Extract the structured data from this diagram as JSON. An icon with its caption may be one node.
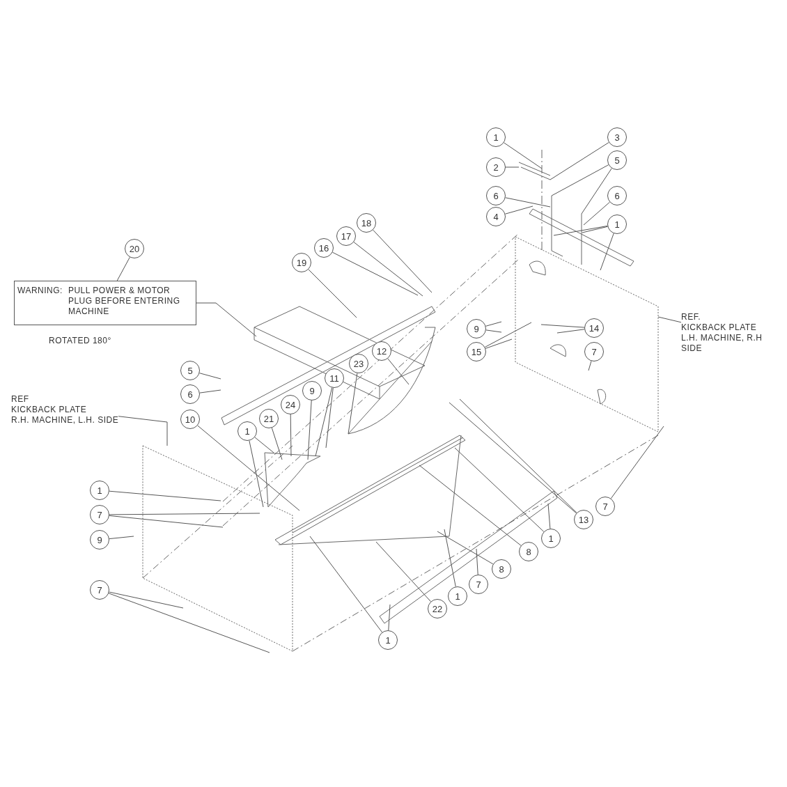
{
  "diagram": {
    "nodes": [
      {
        "text": [
          "1"
        ]
      },
      {
        "text": [
          "3"
        ]
      },
      {
        "text": [
          "2"
        ]
      },
      {
        "text": [
          "5"
        ]
      },
      {
        "text": [
          "6"
        ]
      },
      {
        "text": [
          "6"
        ]
      },
      {
        "text": [
          "4"
        ]
      },
      {
        "text": [
          "1"
        ]
      },
      {
        "text": [
          "18"
        ]
      },
      {
        "text": [
          "17"
        ]
      },
      {
        "text": [
          "20"
        ]
      },
      {
        "text": [
          "16"
        ]
      },
      {
        "text": [
          "19"
        ]
      },
      {
        "text": [
          "WARNING:",
          "PULL POWER & MOTOR PLUG BEFORE ENTERING MACHINE"
        ],
        "beside": [
          "ROTATED 180°"
        ]
      },
      {
        "text": [
          "12"
        ]
      },
      {
        "text": [
          "9"
        ]
      },
      {
        "text": [
          "14"
        ]
      },
      {
        "text": [
          "15"
        ]
      },
      {
        "text": [
          "7"
        ]
      },
      {
        "text": [
          "REF.",
          "KICKBACK PLATE",
          "L.H. MACHINE, R.H SIDE"
        ]
      },
      {
        "text": [
          "23"
        ]
      },
      {
        "text": [
          "5"
        ]
      },
      {
        "text": [
          "11"
        ]
      },
      {
        "text": [
          "9"
        ]
      },
      {
        "text": [
          "6"
        ]
      },
      {
        "text": [
          "24"
        ]
      },
      {
        "text": [
          "REF",
          "KICKBACK PLATE",
          "R.H. MACHINE, L.H. SIDE"
        ]
      },
      {
        "text": [
          "21"
        ]
      },
      {
        "text": [
          "10"
        ]
      },
      {
        "text": [
          "1"
        ]
      },
      {
        "text": [
          "1"
        ]
      },
      {
        "text": [
          "7"
        ]
      },
      {
        "text": [
          "7"
        ]
      },
      {
        "text": [
          "13"
        ]
      },
      {
        "text": [
          "1"
        ]
      },
      {
        "text": [
          "9"
        ]
      },
      {
        "text": [
          "8"
        ]
      },
      {
        "text": [
          "8"
        ]
      },
      {
        "text": [
          "7"
        ]
      },
      {
        "text": [
          "7"
        ]
      },
      {
        "text": [
          "1"
        ]
      },
      {
        "text": [
          "22"
        ]
      },
      {
        "text": [
          "1"
        ]
      }
    ],
    "edges": [
      {
        "from": 0,
        "to": null,
        "arrow": "none"
      },
      {
        "from": 1,
        "to": null,
        "arrow": "none"
      },
      {
        "from": 2,
        "to": null,
        "arrow": "none"
      },
      {
        "from": 3,
        "to": null,
        "arrow": "none"
      },
      {
        "from": 3,
        "to": null,
        "arrow": "none"
      },
      {
        "from": 4,
        "to": null,
        "arrow": "none"
      },
      {
        "from": 5,
        "to": null,
        "arrow": "none"
      },
      {
        "from": 6,
        "to": null,
        "arrow": "none"
      },
      {
        "from": 7,
        "to": null,
        "arrow": "none"
      },
      {
        "from": 7,
        "to": null,
        "arrow": "none"
      },
      {
        "from": 7,
        "to": null,
        "arrow": "none"
      },
      {
        "from": 8,
        "to": null,
        "arrow": "none"
      },
      {
        "from": 9,
        "to": null,
        "arrow": "none"
      },
      {
        "from": 10,
        "to": 13,
        "arrow": "none"
      },
      {
        "from": 11,
        "to": null,
        "arrow": "none"
      },
      {
        "from": 12,
        "to": null,
        "arrow": "none"
      },
      {
        "from": 13,
        "to": null,
        "arrow": "none"
      },
      {
        "from": 14,
        "to": null,
        "arrow": "none"
      },
      {
        "from": 15,
        "to": null,
        "arrow": "none"
      },
      {
        "from": 15,
        "to": null,
        "arrow": "none"
      },
      {
        "from": 16,
        "to": null,
        "arrow": "none"
      },
      {
        "from": 16,
        "to": null,
        "arrow": "none"
      },
      {
        "from": 17,
        "to": null,
        "arrow": "none"
      },
      {
        "from": 17,
        "to": null,
        "arrow": "none"
      },
      {
        "from": 18,
        "to": null,
        "arrow": "none"
      },
      {
        "from": 19,
        "to": null,
        "arrow": "none"
      },
      {
        "from": 20,
        "to": null,
        "arrow": "none"
      },
      {
        "from": 21,
        "to": null,
        "arrow": "none"
      },
      {
        "from": 22,
        "to": null,
        "arrow": "none"
      },
      {
        "from": 22,
        "to": null,
        "arrow": "none"
      },
      {
        "from": 23,
        "to": null,
        "arrow": "none"
      },
      {
        "from": 24,
        "to": null,
        "arrow": "none"
      },
      {
        "from": 25,
        "to": null,
        "arrow": "none"
      },
      {
        "from": 26,
        "to": null,
        "arrow": "none"
      },
      {
        "from": 27,
        "to": null,
        "arrow": "none"
      },
      {
        "from": 28,
        "to": null,
        "arrow": "none"
      },
      {
        "from": 29,
        "to": null,
        "arrow": "none"
      },
      {
        "from": 29,
        "to": null,
        "arrow": "none"
      },
      {
        "from": 30,
        "to": null,
        "arrow": "none"
      },
      {
        "from": 31,
        "to": null,
        "arrow": "none"
      },
      {
        "from": 31,
        "to": null,
        "arrow": "none"
      },
      {
        "from": 32,
        "to": null,
        "arrow": "none"
      },
      {
        "from": 33,
        "to": null,
        "arrow": "none"
      },
      {
        "from": 33,
        "to": null,
        "arrow": "none"
      },
      {
        "from": 34,
        "to": null,
        "arrow": "none"
      },
      {
        "from": 34,
        "to": null,
        "arrow": "none"
      },
      {
        "from": 35,
        "to": null,
        "arrow": "none"
      },
      {
        "from": 36,
        "to": null,
        "arrow": "none"
      },
      {
        "from": 37,
        "to": null,
        "arrow": "none"
      },
      {
        "from": 38,
        "to": null,
        "arrow": "none"
      },
      {
        "from": 39,
        "to": null,
        "arrow": "none"
      },
      {
        "from": 39,
        "to": null,
        "arrow": "none"
      },
      {
        "from": 40,
        "to": null,
        "arrow": "none"
      },
      {
        "from": 41,
        "to": null,
        "arrow": "none"
      },
      {
        "from": 42,
        "to": null,
        "arrow": "none"
      },
      {
        "from": 42,
        "to": null,
        "arrow": "none"
      }
    ]
  }
}
